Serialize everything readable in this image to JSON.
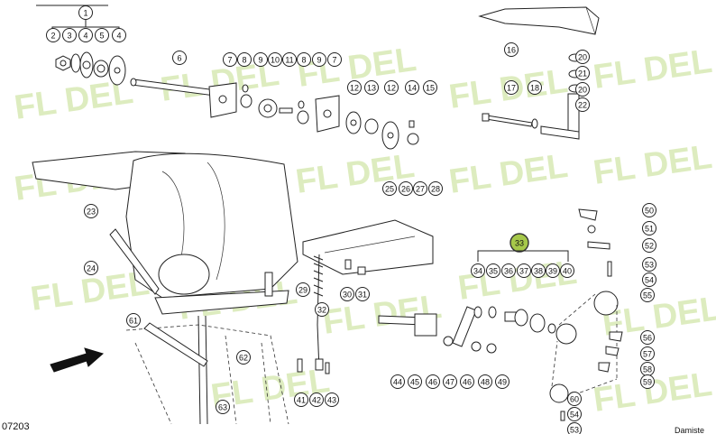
{
  "diagram": {
    "drawing_code": "07203",
    "corner_text": "Damiste",
    "watermark": "FL DEL",
    "highlight_color": "#a6c84a",
    "callouts": [
      {
        "n": "1"
      },
      {
        "n": "2"
      },
      {
        "n": "3"
      },
      {
        "n": "4"
      },
      {
        "n": "5"
      },
      {
        "n": "4"
      },
      {
        "n": "6"
      },
      {
        "n": "7"
      },
      {
        "n": "8"
      },
      {
        "n": "9"
      },
      {
        "n": "10"
      },
      {
        "n": "11"
      },
      {
        "n": "8"
      },
      {
        "n": "9"
      },
      {
        "n": "7"
      },
      {
        "n": "12"
      },
      {
        "n": "13"
      },
      {
        "n": "12"
      },
      {
        "n": "14"
      },
      {
        "n": "15"
      },
      {
        "n": "16"
      },
      {
        "n": "17"
      },
      {
        "n": "18"
      },
      {
        "n": "20"
      },
      {
        "n": "21"
      },
      {
        "n": "20"
      },
      {
        "n": "22"
      },
      {
        "n": "23"
      },
      {
        "n": "24"
      },
      {
        "n": "25"
      },
      {
        "n": "26"
      },
      {
        "n": "27"
      },
      {
        "n": "28"
      },
      {
        "n": "29"
      },
      {
        "n": "30"
      },
      {
        "n": "31"
      },
      {
        "n": "32"
      },
      {
        "n": "33",
        "highlight": true
      },
      {
        "n": "34"
      },
      {
        "n": "35"
      },
      {
        "n": "36"
      },
      {
        "n": "37"
      },
      {
        "n": "38"
      },
      {
        "n": "39"
      },
      {
        "n": "40"
      },
      {
        "n": "41"
      },
      {
        "n": "42"
      },
      {
        "n": "43"
      },
      {
        "n": "44"
      },
      {
        "n": "45"
      },
      {
        "n": "46"
      },
      {
        "n": "47"
      },
      {
        "n": "46"
      },
      {
        "n": "48"
      },
      {
        "n": "49"
      },
      {
        "n": "50"
      },
      {
        "n": "51"
      },
      {
        "n": "52"
      },
      {
        "n": "53"
      },
      {
        "n": "54"
      },
      {
        "n": "55"
      },
      {
        "n": "56"
      },
      {
        "n": "57"
      },
      {
        "n": "58"
      },
      {
        "n": "59"
      },
      {
        "n": "60"
      },
      {
        "n": "54"
      },
      {
        "n": "53"
      },
      {
        "n": "61"
      },
      {
        "n": "62"
      },
      {
        "n": "63"
      }
    ]
  }
}
